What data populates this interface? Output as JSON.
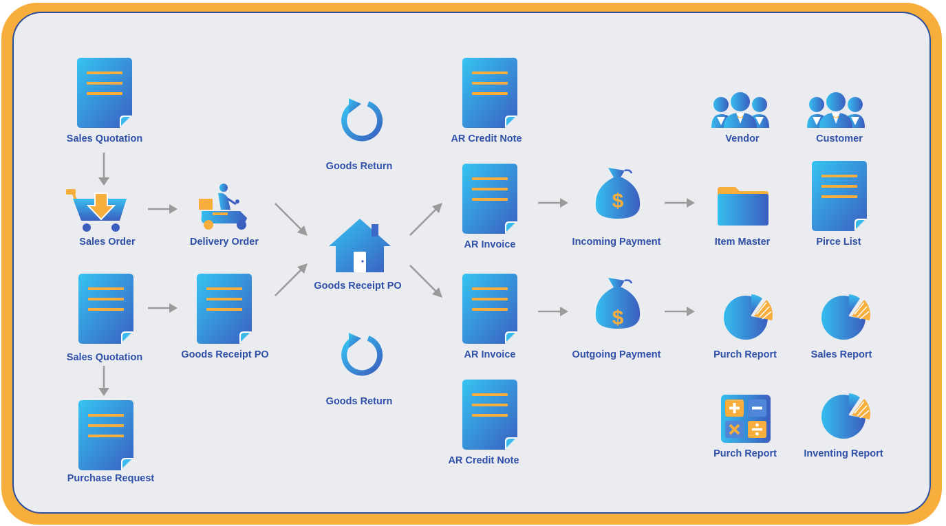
{
  "colors": {
    "frame": "#F7AE3C",
    "border": "#2C4E9C",
    "background": "#EAECEF",
    "icon_light": "#35C0F0",
    "icon_dark": "#3A5FC0",
    "accent": "#F7AE3C",
    "label": "#2F4FA8",
    "arrow": "#9A9A9A"
  },
  "nodes": {
    "sales_quotation_top": {
      "label": "Sales Quotation",
      "icon": "document-icon"
    },
    "sales_order": {
      "label": "Sales Order",
      "icon": "shopping-cart-icon"
    },
    "delivery_order": {
      "label": "Delivery Order",
      "icon": "delivery-scooter-icon"
    },
    "sales_quotation_mid": {
      "label": "Sales Quotation",
      "icon": "document-icon"
    },
    "purchase_request": {
      "label": "Purchase Request",
      "icon": "document-icon"
    },
    "goods_receipt_po_left": {
      "label": "Goods Receipt PO",
      "icon": "document-icon"
    },
    "goods_return_top": {
      "label": "Goods Return",
      "icon": "return-arrow-icon"
    },
    "goods_receipt_po_center": {
      "label": "Goods Receipt PO",
      "icon": "house-icon"
    },
    "goods_return_bottom": {
      "label": "Goods Return",
      "icon": "return-arrow-icon"
    },
    "ar_credit_note_top": {
      "label": "AR Credit Note",
      "icon": "document-icon"
    },
    "ar_invoice_top": {
      "label": "AR Invoice",
      "icon": "document-icon"
    },
    "ar_invoice_bottom": {
      "label": "AR Invoice",
      "icon": "document-icon"
    },
    "ar_credit_note_bottom": {
      "label": "AR Credit Note",
      "icon": "document-icon"
    },
    "incoming_payment": {
      "label": "Incoming Payment",
      "icon": "money-bag-icon"
    },
    "outgoing_payment": {
      "label": "Outgoing Payment",
      "icon": "money-bag-icon"
    },
    "vendor": {
      "label": "Vendor",
      "icon": "people-group-icon"
    },
    "customer": {
      "label": "Customer",
      "icon": "people-group-icon"
    },
    "item_master": {
      "label": "Item Master",
      "icon": "folder-icon"
    },
    "price_list": {
      "label": "Pirce List",
      "icon": "document-icon"
    },
    "purch_report_pie": {
      "label": "Purch Report",
      "icon": "pie-chart-icon"
    },
    "sales_report": {
      "label": "Sales Report",
      "icon": "pie-chart-icon"
    },
    "purch_report_calc": {
      "label": "Purch Report",
      "icon": "calculator-icon"
    },
    "inventing_report": {
      "label": "Inventing Report",
      "icon": "pie-chart-icon"
    }
  },
  "currency_symbol": "$"
}
